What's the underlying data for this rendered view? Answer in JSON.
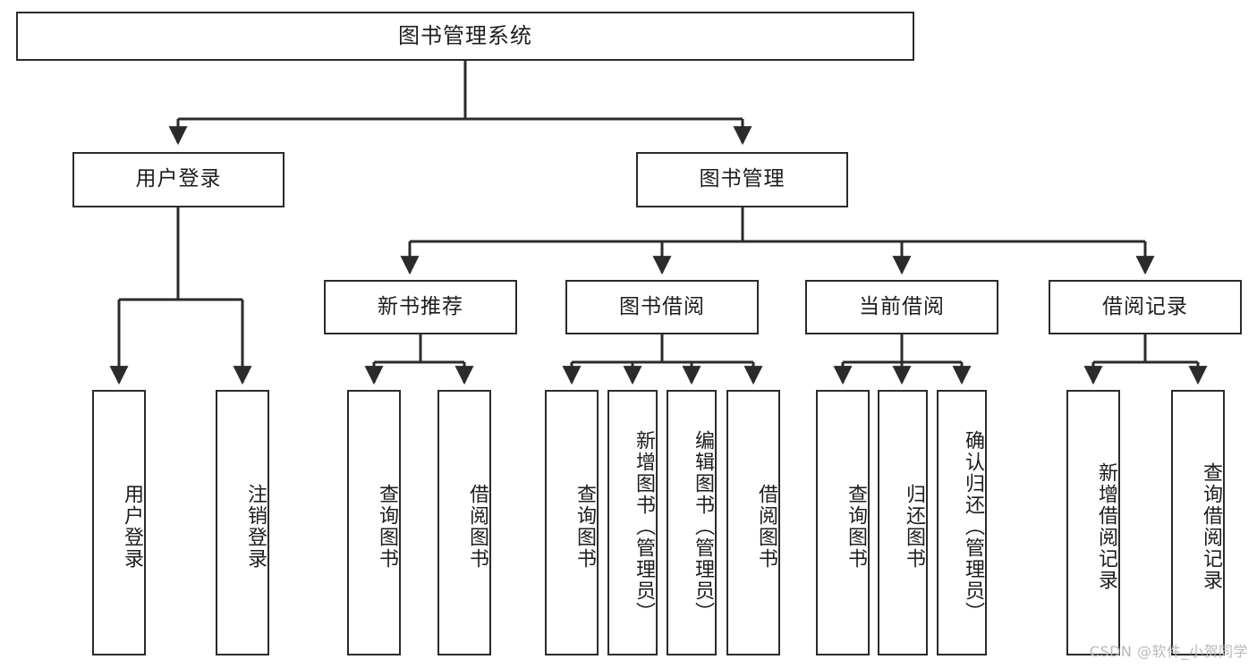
{
  "diagram": {
    "type": "tree-hierarchy",
    "title": "图书管理系统",
    "watermark": "CSDN @软件_小贺同学",
    "colors": {
      "box_border": "#2b2b2b",
      "box_fill": "#ffffff",
      "connector": "#2b2b2b",
      "text": "#1d1d1d",
      "watermark": "#b9b9b9",
      "background": "#ffffff"
    },
    "nodes": {
      "root": {
        "label": "图书管理系统"
      },
      "level2": [
        {
          "label": "用户登录"
        },
        {
          "label": "图书管理"
        }
      ],
      "level3": [
        {
          "label": "新书推荐"
        },
        {
          "label": "图书借阅"
        },
        {
          "label": "当前借阅"
        },
        {
          "label": "借阅记录"
        }
      ],
      "leaves_user_login": [
        {
          "label": "用户登录"
        },
        {
          "label": "注销登录"
        }
      ],
      "leaves_new_book": [
        {
          "label": "查询图书"
        },
        {
          "label": "借阅图书"
        }
      ],
      "leaves_borrow": [
        {
          "label": "查询图书"
        },
        {
          "label": "新增图书（管理员）"
        },
        {
          "label": "编辑图书（管理员）"
        },
        {
          "label": "借阅图书"
        }
      ],
      "leaves_current": [
        {
          "label": "查询图书"
        },
        {
          "label": "归还图书"
        },
        {
          "label": "确认归还（管理员）"
        }
      ],
      "leaves_records": [
        {
          "label": "新增借阅记录"
        },
        {
          "label": "查询借阅记录"
        }
      ]
    }
  }
}
